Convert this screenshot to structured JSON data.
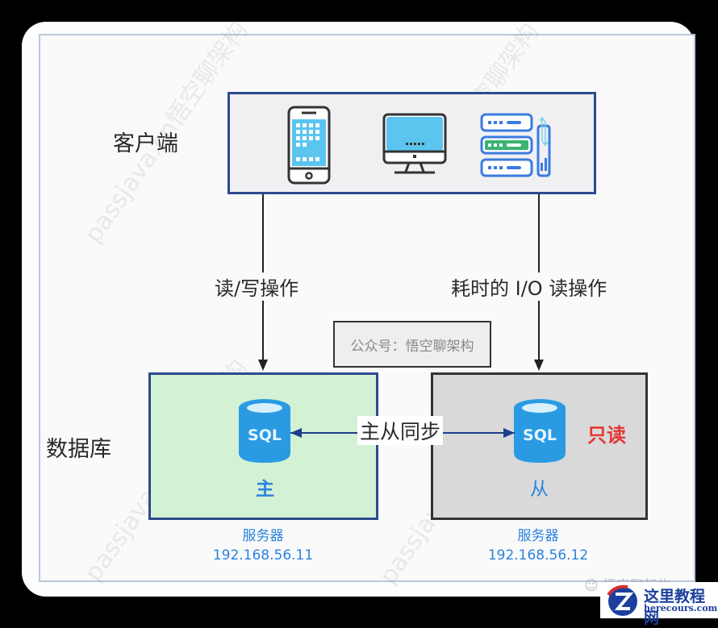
{
  "watermarks": [
    "passjava.cn悟空聊架构",
    "悟空聊架构",
    "passjava.cn悟空聊架构",
    "passjava"
  ],
  "clients": {
    "label": "客户端",
    "icons": [
      "mobile-phone-icon",
      "desktop-monitor-icon",
      "server-rack-icon"
    ]
  },
  "operations": {
    "left_label": "读/写操作",
    "right_label": "耗时的 I/O 读操作"
  },
  "official_account": "公众号：悟空聊架构",
  "database": {
    "label": "数据库",
    "sync_label": "主从同步",
    "master": {
      "icon_text": "SQL",
      "role": "主",
      "server_label": "服务器",
      "ip": "192.168.56.11"
    },
    "slave": {
      "icon_text": "SQL",
      "role": "从",
      "badge": "只读",
      "server_label": "服务器",
      "ip": "192.168.56.12"
    }
  },
  "footer": {
    "wechat_text": "悟空聊架构",
    "brand_title": "这里教程网",
    "brand_url": "herecours.com"
  },
  "colors": {
    "frame_border": "#2c4a8e",
    "master_bg": "#d3f1d5",
    "slave_bg": "#d9d9da",
    "db_blue": "#2a9be3",
    "accent_blue": "#2a83de",
    "readonly_red": "#e53935",
    "phone_screen": "#5bc5f0",
    "server_green": "#3cb371"
  }
}
